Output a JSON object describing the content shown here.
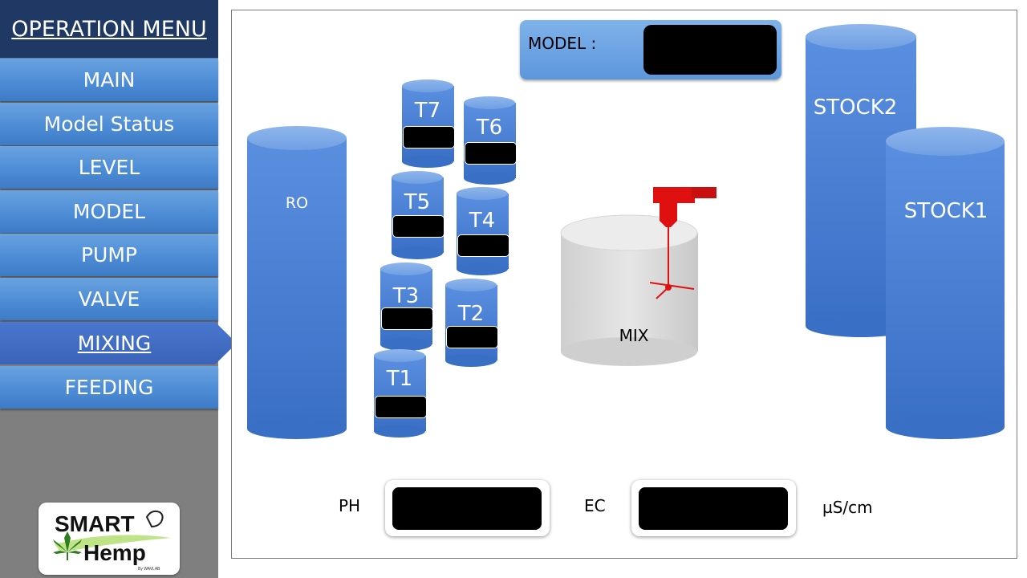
{
  "sidebar": {
    "title": "OPERATION MENU",
    "items": [
      {
        "label": "MAIN"
      },
      {
        "label": "Model Status"
      },
      {
        "label": "LEVEL"
      },
      {
        "label": "MODEL"
      },
      {
        "label": "PUMP"
      },
      {
        "label": "VALVE"
      },
      {
        "label": "MIXING",
        "active": true
      },
      {
        "label": "FEEDING"
      }
    ]
  },
  "logo": {
    "line1": "SMART",
    "line2": "Hemp",
    "tagline": "By WAVLAB"
  },
  "model": {
    "label": "MODEL :",
    "value": ""
  },
  "tanks": {
    "ro": "RO",
    "t7": "T7",
    "t6": "T6",
    "t5": "T5",
    "t4": "T4",
    "t3": "T3",
    "t2": "T2",
    "t1": "T1",
    "mix": "MIX",
    "stock2": "STOCK2",
    "stock1": "STOCK1"
  },
  "readings": {
    "ph_label": "PH",
    "ec_label": "EC",
    "ec_unit": "µS/cm"
  },
  "colors": {
    "tank_blue": "#4a7fd4",
    "sidebar_header": "#1f3864",
    "menu_blue": "#4d8cd6",
    "mixer_red": "#e01010"
  }
}
